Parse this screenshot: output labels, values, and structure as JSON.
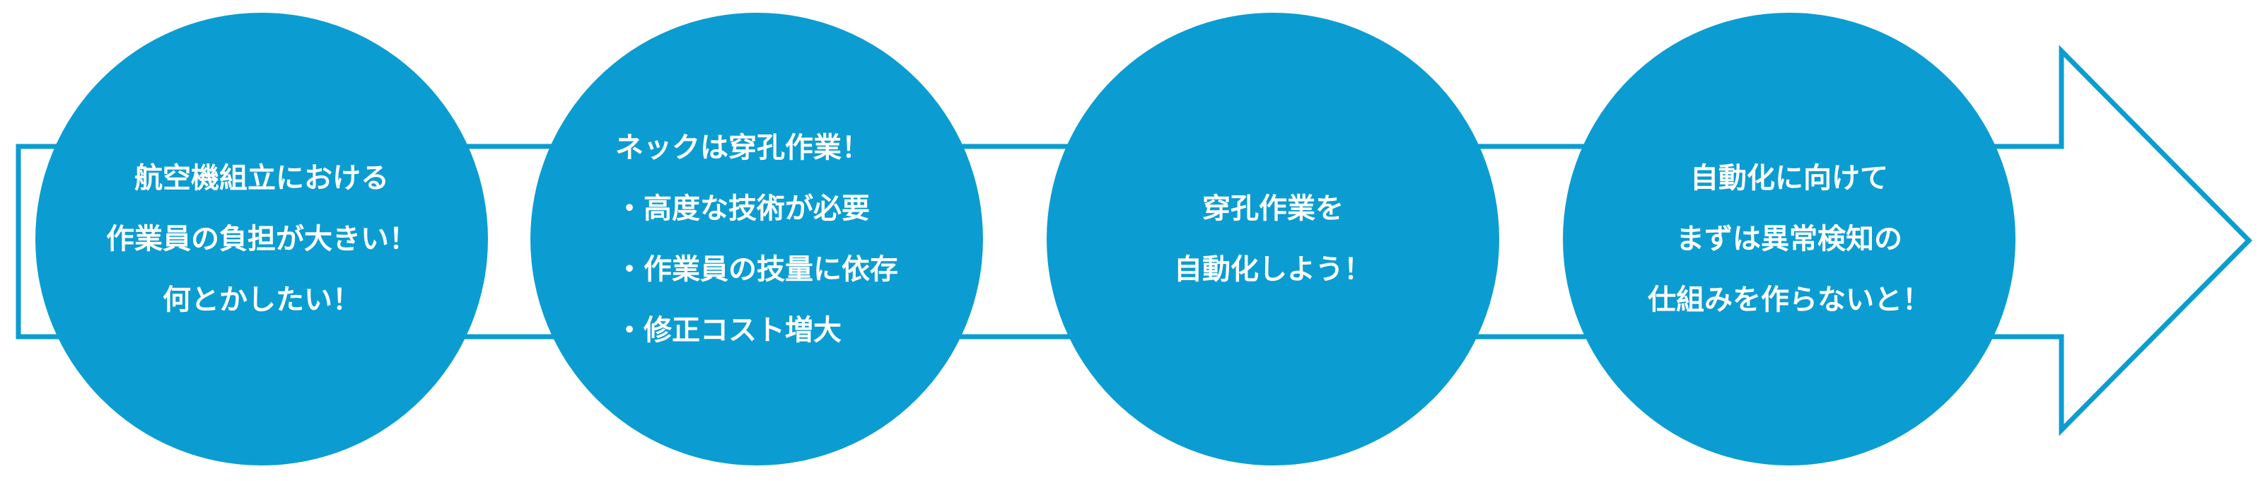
{
  "colors": {
    "circle_fill": "#0b9dd1",
    "arrow_stroke": "#0b9dd1",
    "arrow_fill": "#ffffff",
    "text": "#ffffff"
  },
  "steps": [
    {
      "align": "center",
      "lines": [
        "航空機組立における",
        "作業員の負担が大きい！",
        "何とかしたい！"
      ]
    },
    {
      "align": "left",
      "lines": [
        "ネックは穿孔作業！",
        "・高度な技術が必要",
        "・作業員の技量に依存",
        "・修正コスト増大"
      ]
    },
    {
      "align": "center",
      "lines": [
        "穿孔作業を",
        "自動化しよう！"
      ]
    },
    {
      "align": "center",
      "lines": [
        "自動化に向けて",
        "まずは異常検知の",
        "仕組みを作らないと！"
      ]
    }
  ]
}
